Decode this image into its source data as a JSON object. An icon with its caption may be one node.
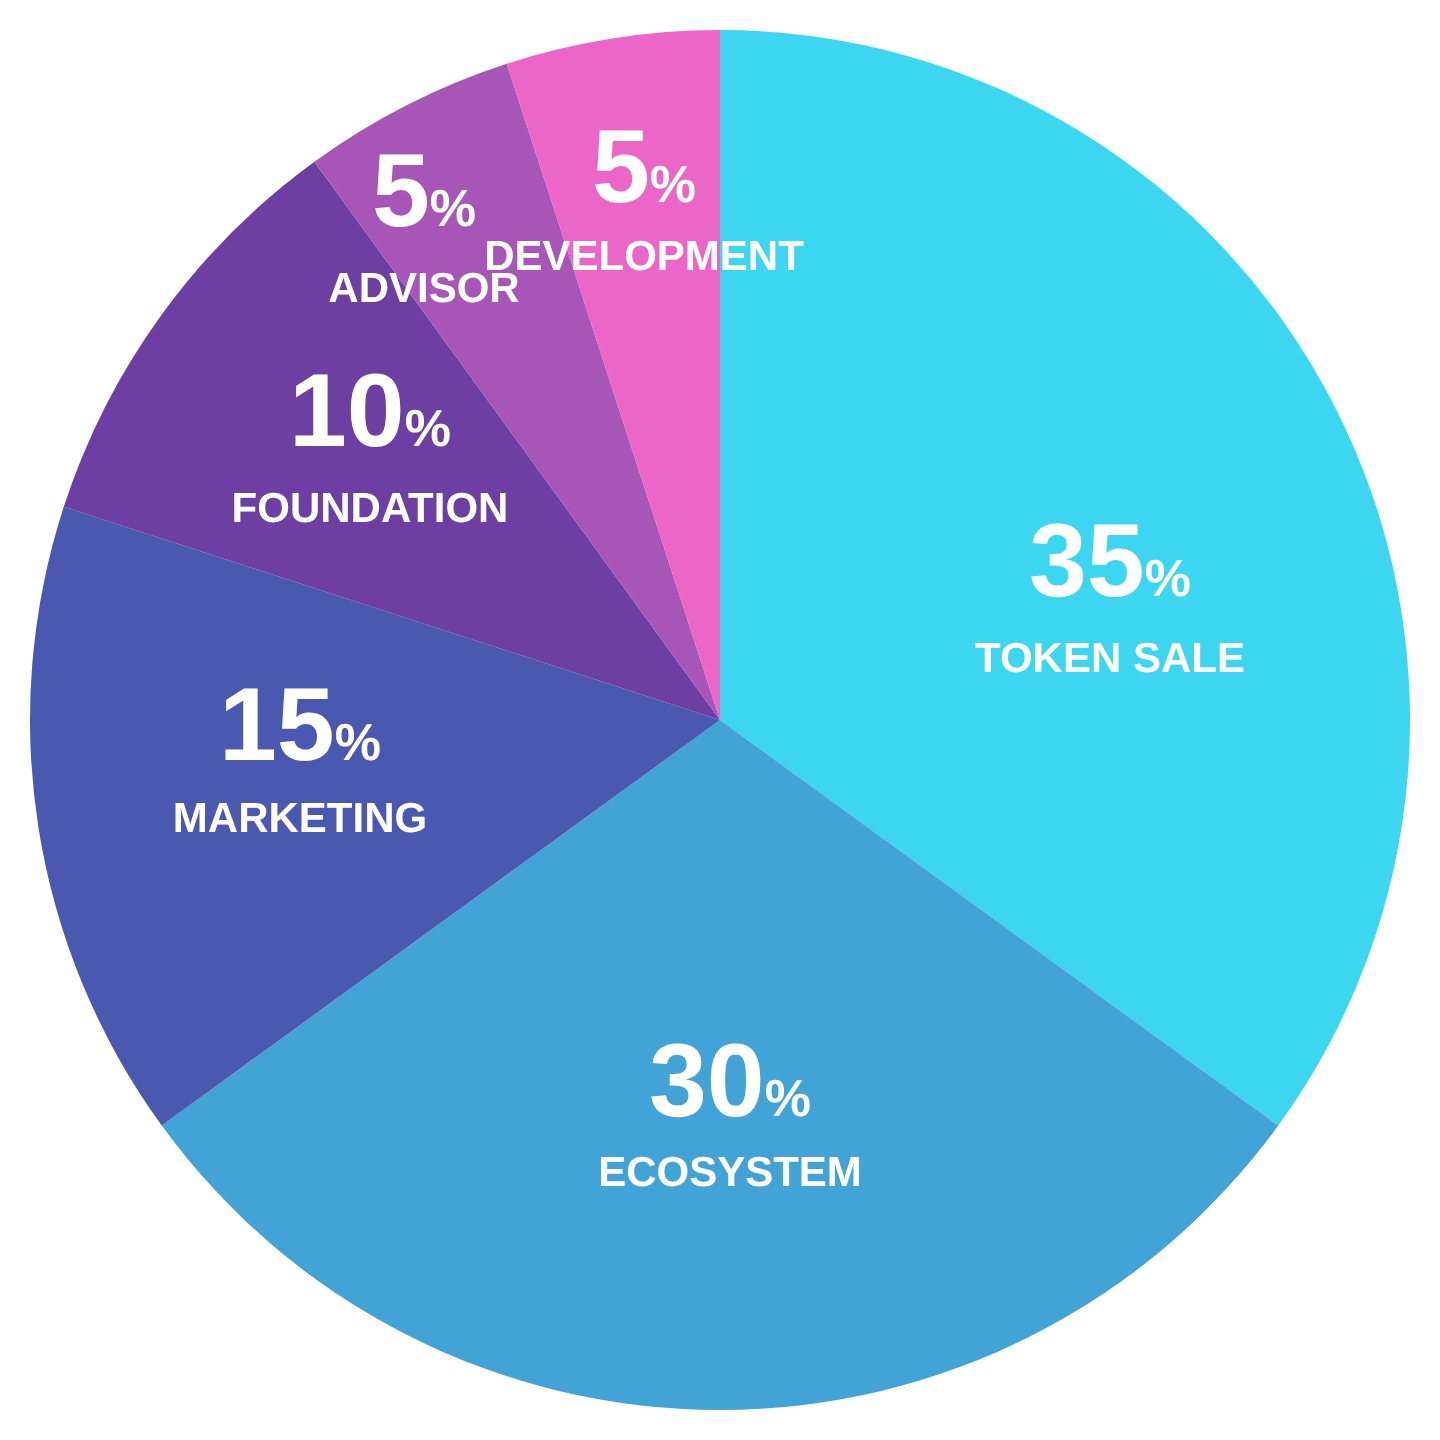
{
  "diagram": {
    "chart_data": {
      "type": "pie",
      "categories": [
        "TOKEN SALE",
        "ECOSYSTEM",
        "MARKETING",
        "FOUNDATION",
        "ADVISOR",
        "DEVELOPMENT"
      ],
      "values": [
        35,
        30,
        15,
        10,
        5,
        5
      ],
      "value_labels": [
        "35%",
        "30%",
        "15%",
        "10%",
        "5%",
        "5%"
      ]
    }
  }
}
